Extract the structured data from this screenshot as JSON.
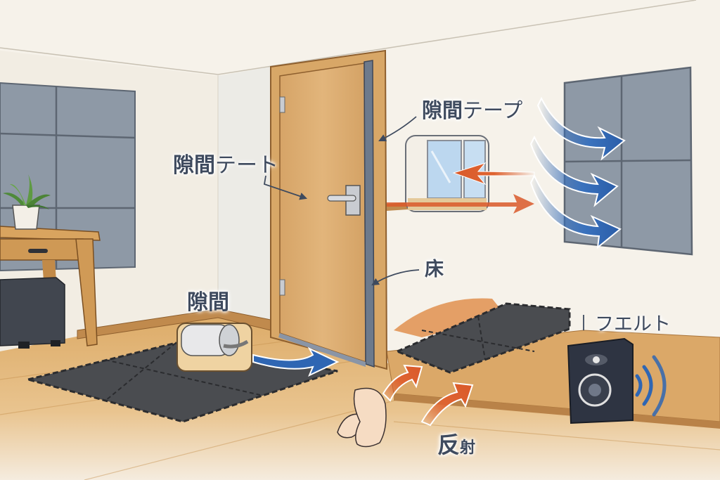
{
  "diagram": {
    "type": "illustration",
    "subject": "room soundproofing measures",
    "labels": {
      "gap_tape_window": {
        "kanji": "隙間",
        "kana": "テープ"
      },
      "gap_tape_door": {
        "kanji": "隙間",
        "kana": "テート"
      },
      "floor": {
        "text": "床"
      },
      "gap": {
        "text": "隙間"
      },
      "felt": {
        "text": "フエルト"
      },
      "reflection": {
        "main": "反",
        "sub": "射"
      }
    },
    "elements": [
      "acoustic-wall-panels-left",
      "acoustic-wall-panels-right",
      "wooden-door-with-gap-tape",
      "window-inset",
      "door-draft-stopper-inset",
      "interlocking-floor-mats",
      "speaker",
      "potted-plant",
      "wooden-side-table",
      "dark-ottoman",
      "bare-feet"
    ],
    "colors": {
      "wall": "#f6f2ea",
      "panel": "#8e99a6",
      "panel_border": "#5d6672",
      "wood": "#d9a966",
      "door": "#dcae72",
      "tape": "#6d7a8c",
      "mat": "#4a4c50",
      "arrow_blue": "#2f66b3",
      "arrow_orange": "#d9592a",
      "text": "#3e4a5e",
      "speaker": "#2e3442"
    }
  }
}
